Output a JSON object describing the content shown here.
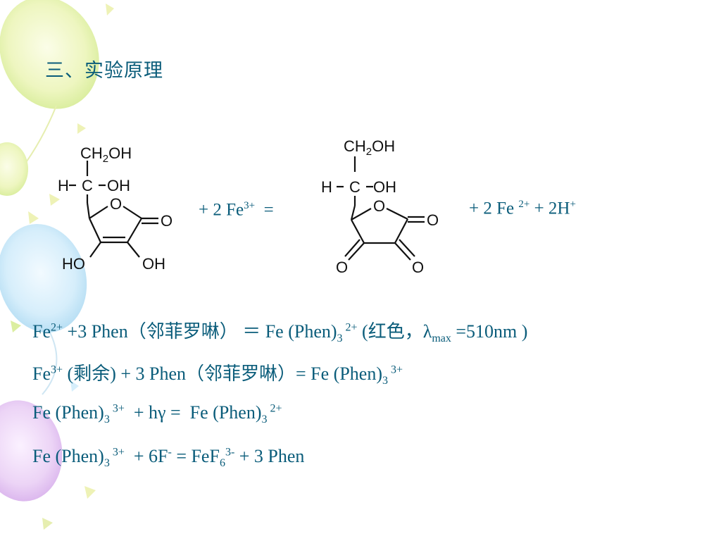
{
  "slide": {
    "title": "三、实验原理",
    "colors": {
      "text": "#0a5c7a",
      "molecule": "#111111"
    }
  },
  "molecule_left": {
    "ch2oh": [
      "CH",
      "2",
      "OH"
    ],
    "hcoh": [
      "H",
      "C",
      "OH"
    ],
    "ring_o": "O",
    "carbonyl_o": "O",
    "ho_left": "HO",
    "oh_right": "OH"
  },
  "molecule_right": {
    "ch2oh": [
      "CH",
      "2",
      "OH"
    ],
    "hcoh": [
      "H",
      "C",
      "OH"
    ],
    "ring_o": "O",
    "carbonyl_o": "O",
    "o_bottom_left": "O",
    "o_bottom_right": "O"
  },
  "reaction1": {
    "reactant": [
      "+ 2 Fe",
      "3+",
      "  ="
    ],
    "product": [
      "+ 2 Fe ",
      "2+",
      " + 2H",
      "+"
    ]
  },
  "equations": [
    {
      "parts": [
        "Fe",
        "2+",
        " +3 Phen（邻菲罗啉） ＝ Fe (Phen)",
        "3",
        " 2+",
        " (红色，",
        "λ",
        "max",
        " =510nm )"
      ]
    },
    {
      "parts": [
        "Fe",
        "3+",
        " (剩余) + 3 Phen（邻菲罗啉）= Fe (Phen)",
        "3",
        " 3+"
      ]
    },
    {
      "parts": [
        "Fe (Phen)",
        "3",
        " 3+",
        "  + hγ =  Fe (Phen)",
        "3",
        " 2+"
      ]
    },
    {
      "parts": [
        "Fe (Phen)",
        "3",
        " 3+",
        "  + 6F",
        "-",
        " = FeF",
        "6",
        "3-",
        " + 3 Phen"
      ]
    }
  ]
}
